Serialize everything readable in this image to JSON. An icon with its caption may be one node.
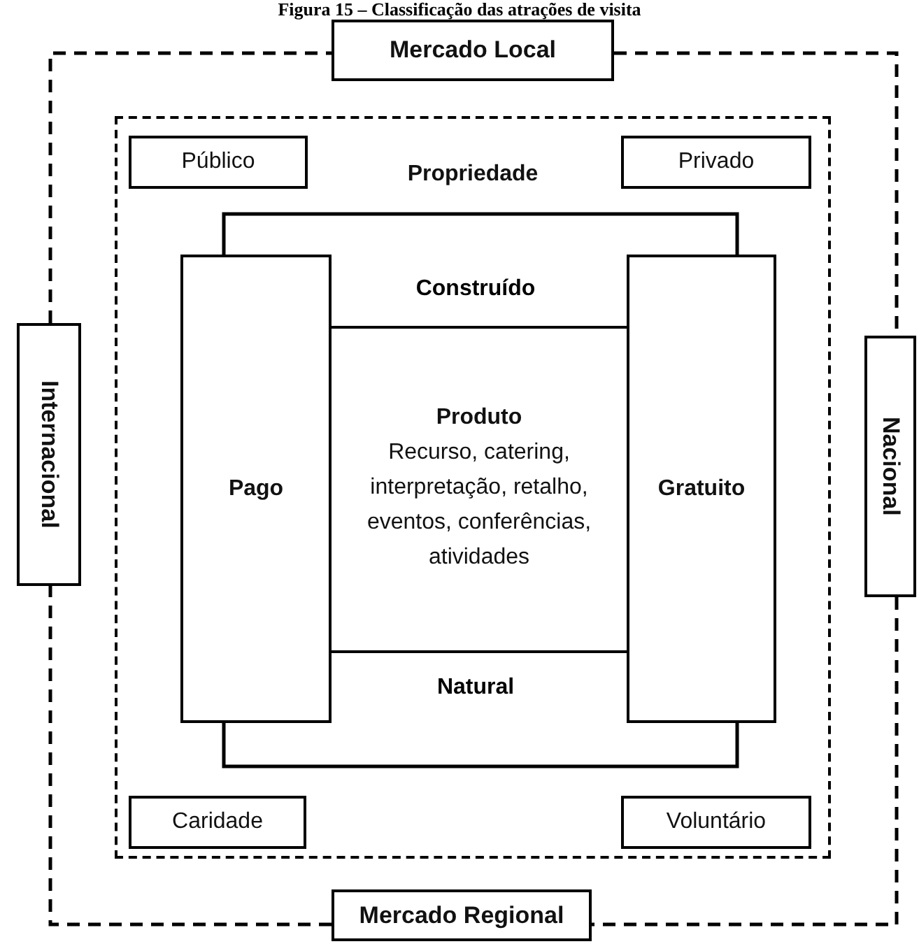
{
  "diagram": {
    "title": "Figura 15 – Classificação das atrações de visita",
    "nodes": [
      {
        "text": [
          "Mercado Local"
        ]
      },
      {
        "text": [
          "Propriedade"
        ]
      },
      {
        "text": [
          "Público"
        ],
        "in": 1
      },
      {
        "text": [
          "Privado"
        ],
        "in": 1
      },
      {
        "text": [
          "Pago"
        ],
        "in": 1
      },
      {
        "text": [
          "Gratuito"
        ],
        "in": 1
      },
      {
        "text": [
          "Produto",
          "Recurso, catering, interpretação, retalho, eventos, conferências, atividades"
        ],
        "in": 1
      },
      {
        "text": [
          "Internacional"
        ]
      },
      {
        "text": [
          "Nacional"
        ]
      },
      {
        "text": [
          "Caridade"
        ],
        "in": 1
      },
      {
        "text": [
          "Voluntário"
        ],
        "in": 1
      },
      {
        "text": [
          "Mercado Regional"
        ]
      }
    ],
    "edges": [
      {
        "from": 0,
        "to": 8,
        "arrow": "none",
        "style": "dashed"
      },
      {
        "from": 8,
        "to": 11,
        "arrow": "none",
        "style": "dashed"
      },
      {
        "from": 11,
        "to": 7,
        "arrow": "none",
        "style": "dashed"
      },
      {
        "from": 7,
        "to": 0,
        "arrow": "none",
        "style": "dashed"
      },
      {
        "from": 4,
        "to": 5,
        "arrow": "none"
      },
      {
        "from": 4,
        "to": 5,
        "arrow": "none"
      }
    ],
    "labels": [
      "Construído",
      "Natural"
    ]
  }
}
